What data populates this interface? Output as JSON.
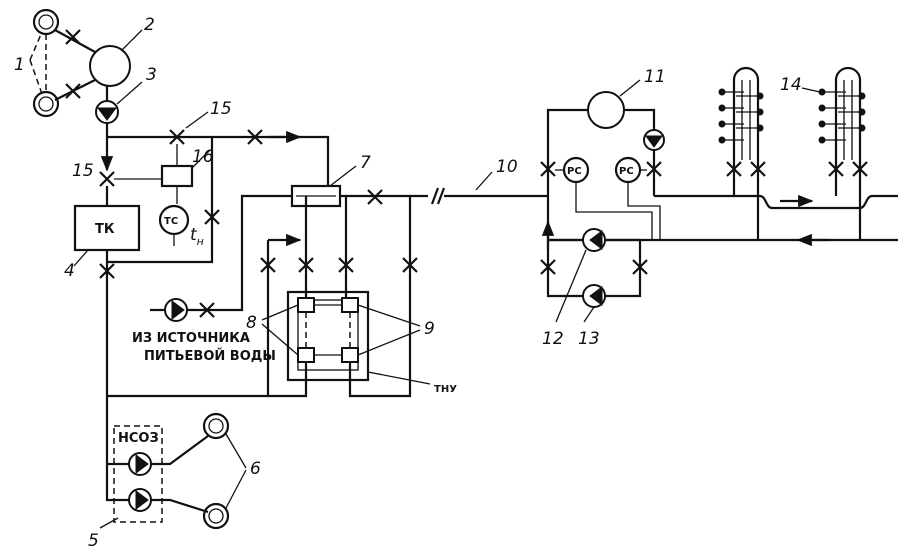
{
  "labels": {
    "n1": "1",
    "n2": "2",
    "n3": "3",
    "n4": "4",
    "n5": "5",
    "n6": "6",
    "n7": "7",
    "n8": "8",
    "n9": "9",
    "n10": "10",
    "n11": "11",
    "n12": "12",
    "n13": "13",
    "n14": "14",
    "n15a": "15",
    "n15b": "15",
    "n16": "16"
  },
  "units": {
    "tk": "ТК",
    "tc": "ТС",
    "pc1": "РС",
    "pc2": "РС",
    "nsoz": "НСОЗ",
    "tnu": "ТНУ",
    "tn_main": "t",
    "tn_sub": "н"
  },
  "source_text": {
    "line1": "ИЗ ИСТОЧНИКА",
    "line2": "ПИТЬЕВОЙ ВОДЫ"
  },
  "colors": {
    "line": "#111111",
    "background": "#ffffff"
  }
}
